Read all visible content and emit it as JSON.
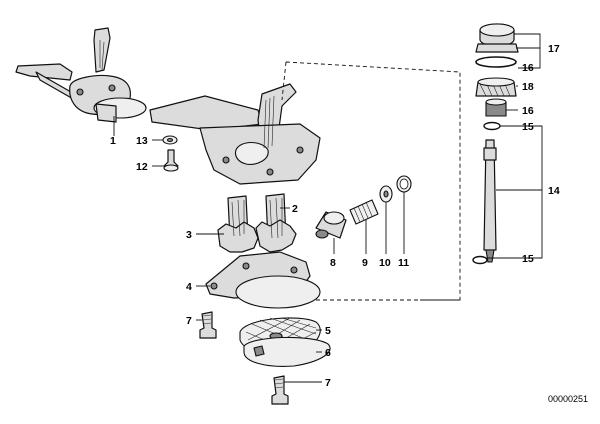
{
  "document_id": "00000251",
  "callouts": {
    "c1": "1",
    "c2": "2",
    "c3": "3",
    "c4": "4",
    "c5": "5",
    "c6": "6",
    "c7a": "7",
    "c7b": "7",
    "c8": "8",
    "c9": "9",
    "c10": "10",
    "c11": "11",
    "c12": "12",
    "c13": "13",
    "c14": "14",
    "c15a": "15",
    "c15b": "15",
    "c16a": "16",
    "c16b": "16",
    "c17": "17",
    "c18": "18"
  }
}
